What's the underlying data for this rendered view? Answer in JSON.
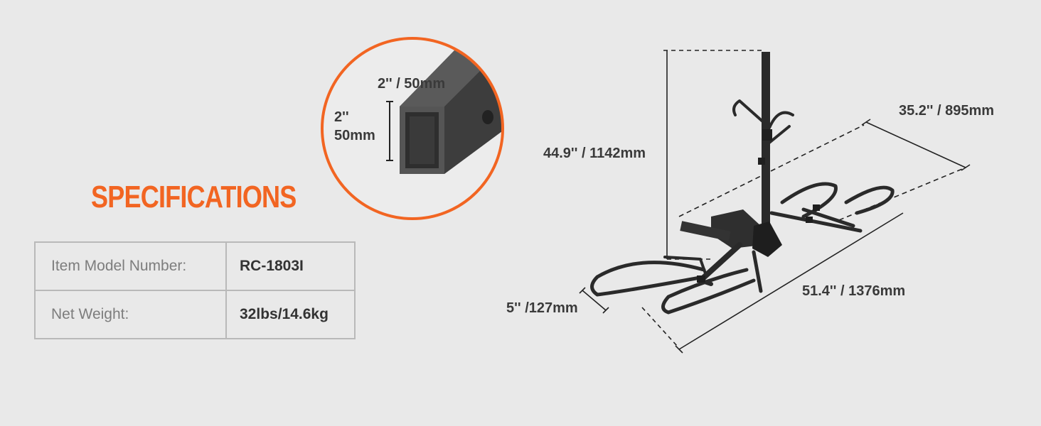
{
  "heading": "SPECIFICATIONS",
  "specs": [
    {
      "label": "Item Model Number:",
      "value": "RC-1803I"
    },
    {
      "label": "Net Weight:",
      "value": "32lbs/14.6kg"
    }
  ],
  "inset": {
    "width_label": "2'' / 50mm",
    "height_label_line1": "2''",
    "height_label_line2": "50mm"
  },
  "dimensions": {
    "height": "44.9'' / 1142mm",
    "depth": "35.2'' / 895mm",
    "length": "51.4'' / 1376mm",
    "tray_width": "5'' /127mm"
  },
  "colors": {
    "accent": "#f26522",
    "background": "#e9e9e9",
    "table_border": "#b9b9b9",
    "product": "#2a2a2a"
  }
}
